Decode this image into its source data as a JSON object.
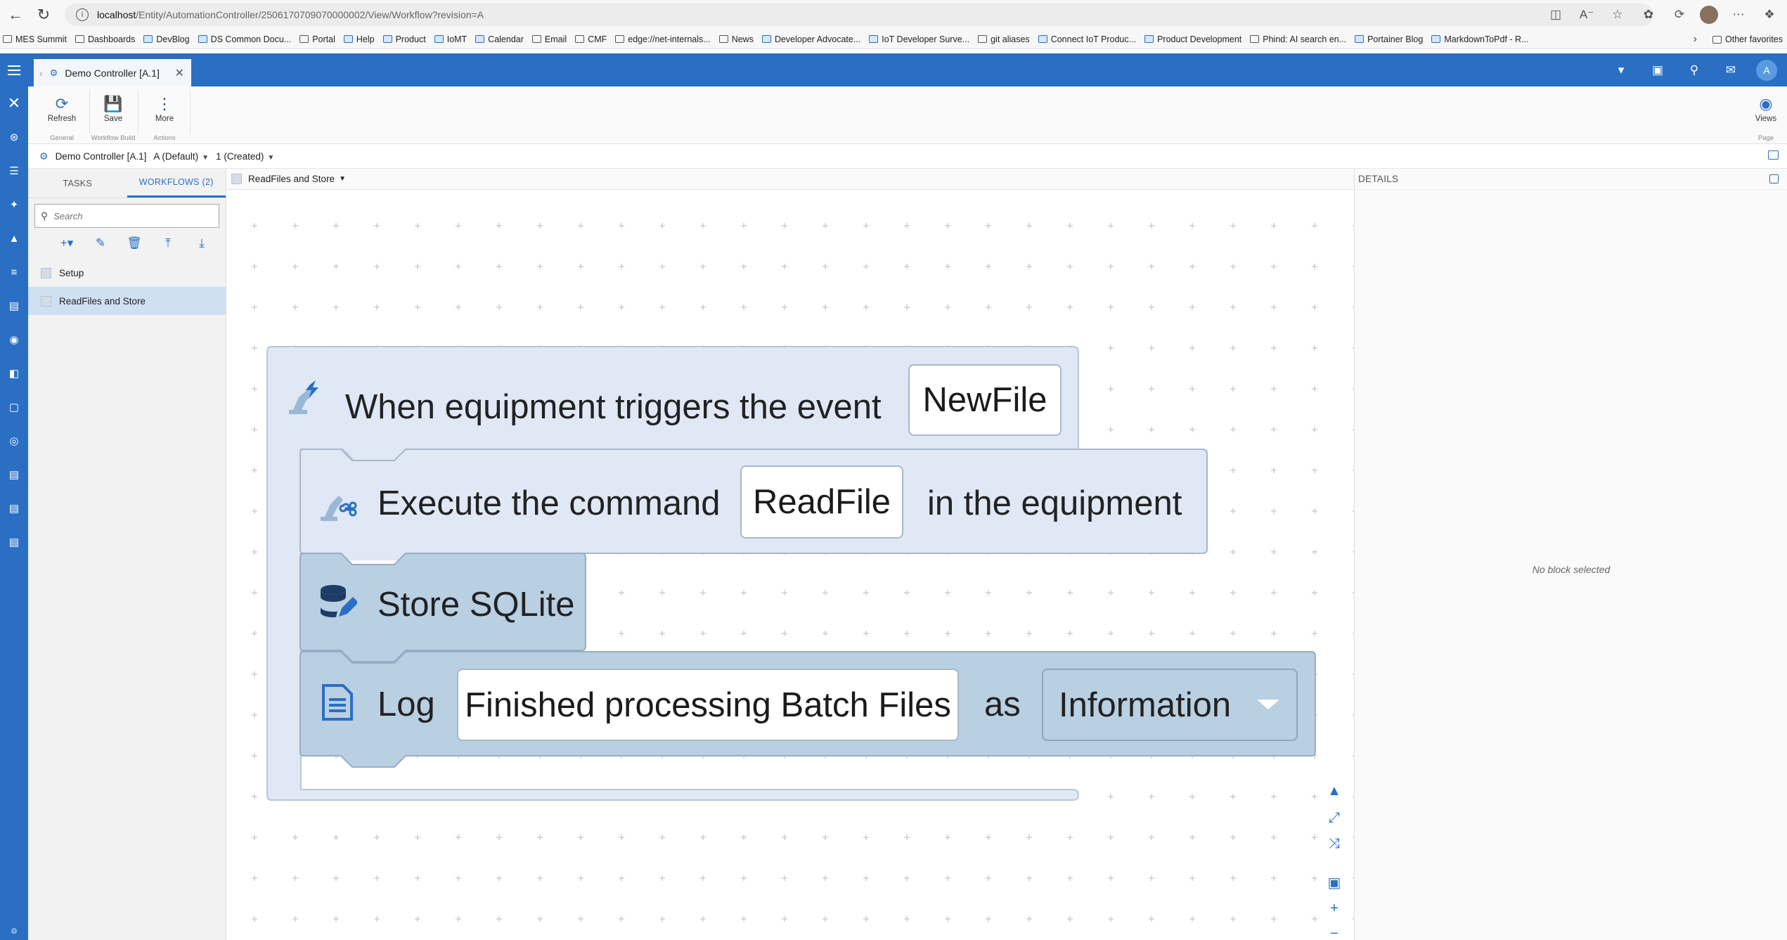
{
  "browser": {
    "url_host": "localhost",
    "url_path": "/Entity/AutomationController/2506170709070000002/View/Workflow?revision=A",
    "bookmarks": [
      "MES Summit",
      "Dashboards",
      "DevBlog",
      "DS Common Docu...",
      "Portal",
      "Help",
      "Product",
      "IoMT",
      "Calendar",
      "Email",
      "CMF",
      "edge://net-internals...",
      "News",
      "Developer Advocate...",
      "IoT Developer Surve...",
      "git aliases",
      "Connect IoT Produc...",
      "Product Development",
      "Phind: AI search en...",
      "Portainer Blog",
      "MarkdownToPdf - R..."
    ],
    "other_favorites": "Other favorites"
  },
  "header": {
    "tab_title": "Demo Controller [A.1]",
    "user_initial": "A"
  },
  "ribbon": {
    "refresh": "Refresh",
    "save": "Save",
    "more": "More",
    "group_general": "General",
    "group_workflow_build": "Workflow Build",
    "group_actions": "Actions",
    "views": "Views",
    "group_page": "Page"
  },
  "context": {
    "entity": "Demo Controller [A.1]",
    "revision": "A (Default)",
    "version": "1 (Created)"
  },
  "left_panel": {
    "tab_tasks": "TASKS",
    "tab_workflows": "WORKFLOWS (2)",
    "search_placeholder": "Search",
    "items": [
      {
        "label": "Setup"
      },
      {
        "label": "ReadFiles and Store"
      }
    ]
  },
  "canvas": {
    "workflow_name": "ReadFiles and Store",
    "event_block": {
      "text": "When equipment triggers the event",
      "event_name": "NewFile"
    },
    "command_block": {
      "prefix": "Execute the command",
      "command": "ReadFile",
      "suffix": "in the equipment"
    },
    "store_block": {
      "text": "Store SQLite"
    },
    "log_block": {
      "prefix": "Log",
      "message": "Finished processing Batch Files",
      "as": "as",
      "level": "Information"
    }
  },
  "details": {
    "title": "DETAILS",
    "empty_text": "No block selected"
  },
  "colors": {
    "brand": "#2a6fc4",
    "block_light": "#dfe8f4",
    "block_dark": "#b9cfe2"
  }
}
